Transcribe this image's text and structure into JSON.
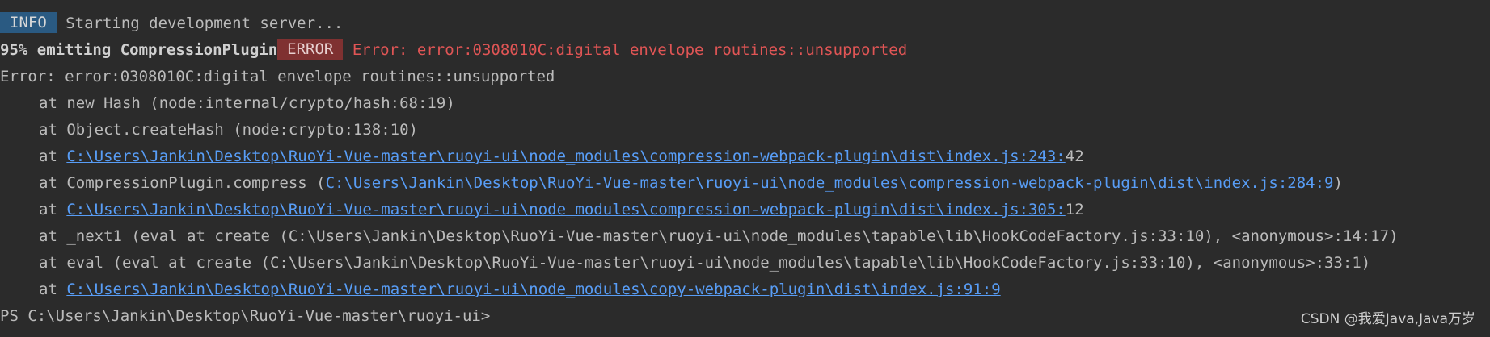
{
  "log": {
    "line1": {
      "badge": "INFO",
      "text": " Starting development server..."
    },
    "line2": {
      "bold": "95% emitting CompressionPlugin",
      "badge": "ERROR",
      "error": " Error: error:0308010C:digital envelope routines::unsupported"
    },
    "line3": "Error: error:0308010C:digital envelope routines::unsupported",
    "line4": "at new Hash (node:internal/crypto/hash:68:19)",
    "line5": "at Object.createHash (node:crypto:138:10)",
    "line6": {
      "prefix": "at ",
      "link": "C:\\Users\\Jankin\\Desktop\\RuoYi-Vue-master\\ruoyi-ui\\node_modules\\compression-webpack-plugin\\dist\\index.js:243:",
      "suffix": "42"
    },
    "line7": {
      "prefix": "at CompressionPlugin.compress (",
      "link": "C:\\Users\\Jankin\\Desktop\\RuoYi-Vue-master\\ruoyi-ui\\node_modules\\compression-webpack-plugin\\dist\\index.js:284:9",
      "suffix": ")"
    },
    "line8": {
      "prefix": "at ",
      "link": "C:\\Users\\Jankin\\Desktop\\RuoYi-Vue-master\\ruoyi-ui\\node_modules\\compression-webpack-plugin\\dist\\index.js:305:",
      "suffix": "12"
    },
    "line9": "at _next1 (eval at create (C:\\Users\\Jankin\\Desktop\\RuoYi-Vue-master\\ruoyi-ui\\node_modules\\tapable\\lib\\HookCodeFactory.js:33:10), <anonymous>:14:17)",
    "line10": "at eval (eval at create (C:\\Users\\Jankin\\Desktop\\RuoYi-Vue-master\\ruoyi-ui\\node_modules\\tapable\\lib\\HookCodeFactory.js:33:10), <anonymous>:33:1)",
    "line11": {
      "prefix": "at ",
      "link": "C:\\Users\\Jankin\\Desktop\\RuoYi-Vue-master\\ruoyi-ui\\node_modules\\copy-webpack-plugin\\dist\\index.js:91:9"
    },
    "prompt": "PS C:\\Users\\Jankin\\Desktop\\RuoYi-Vue-master\\ruoyi-ui>"
  },
  "watermark": "CSDN @我爱Java,Java万岁",
  "colors": {
    "background": "#2b2b2b",
    "text": "#bbbbbb",
    "info_badge": "#2a5a82",
    "error_badge": "#7f3131",
    "error_text": "#e05555",
    "link": "#589df6"
  }
}
